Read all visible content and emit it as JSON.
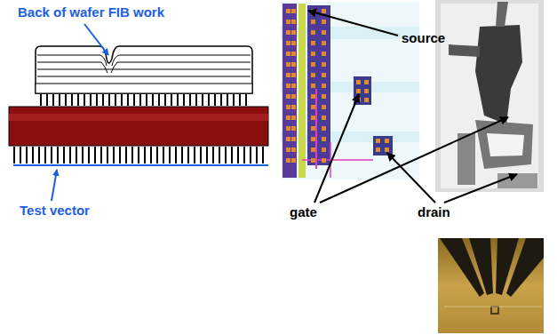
{
  "diagram": {
    "labels": [
      "Back of wafer FIB work",
      "Test vector",
      "source",
      "gate",
      "drain"
    ]
  }
}
